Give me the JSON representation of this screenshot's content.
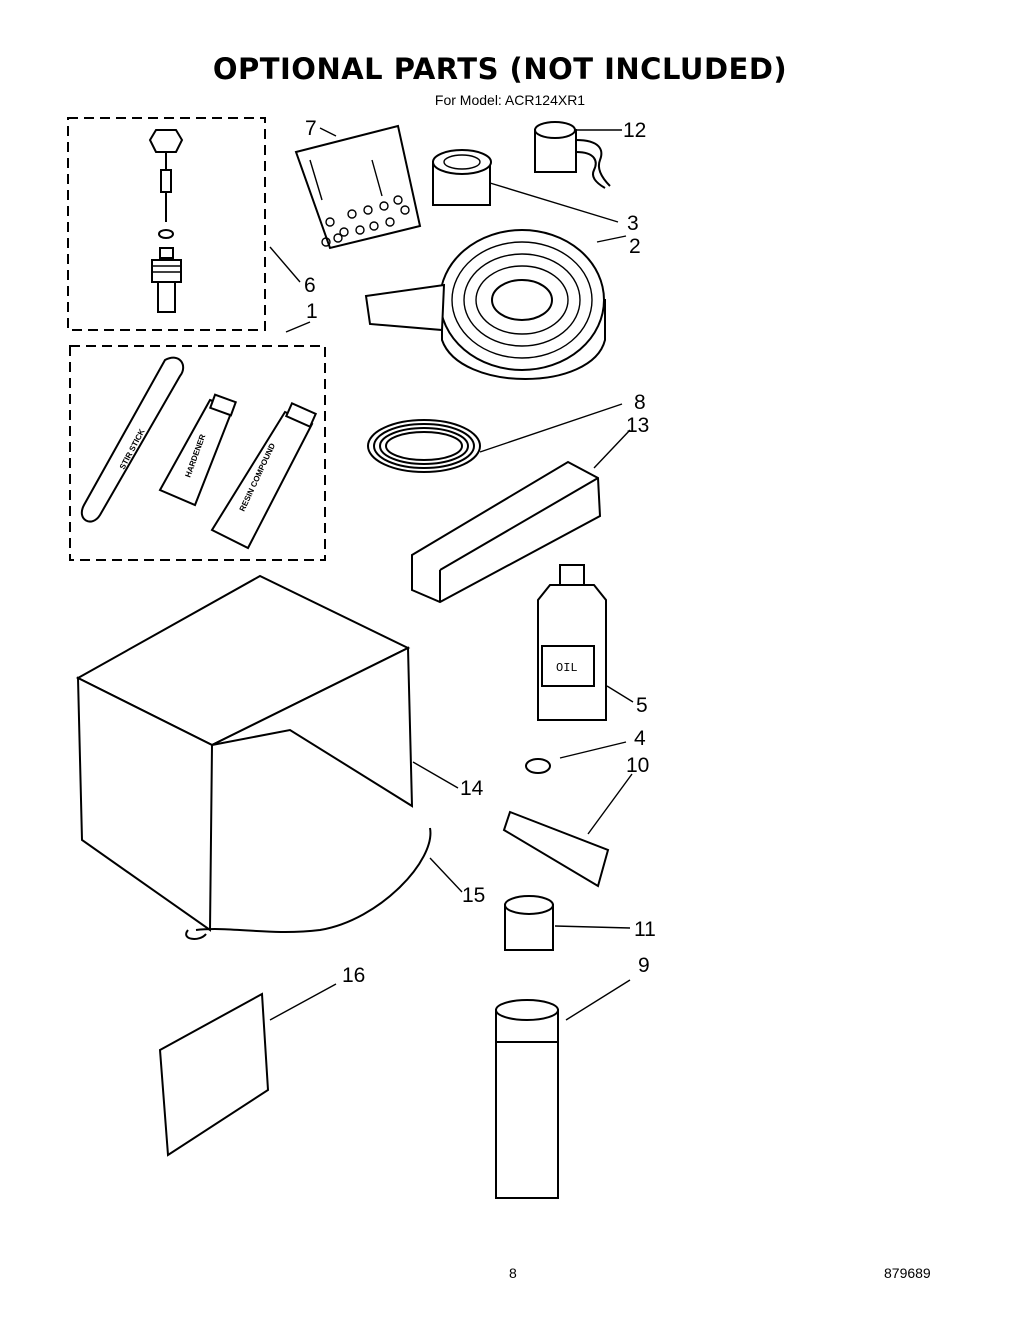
{
  "title": "OPTIONAL PARTS   (NOT INCLUDED)",
  "subtitle": "For Model: ACR124XR1",
  "footer": {
    "page_number": "8",
    "doc_number": "879689"
  },
  "callouts": {
    "c1": "1",
    "c2": "2",
    "c3": "3",
    "c4": "4",
    "c5": "5",
    "c6": "6",
    "c7": "7",
    "c8": "8",
    "c9": "9",
    "c10": "10",
    "c11": "11",
    "c12": "12",
    "c13": "13",
    "c14": "14",
    "c15": "15",
    "c16": "16"
  },
  "item_labels": {
    "stir_stick": "STIR STICK",
    "hardener": "HARDENER",
    "resin_compound": "RESIN COMPOUND",
    "oil": "OIL"
  }
}
